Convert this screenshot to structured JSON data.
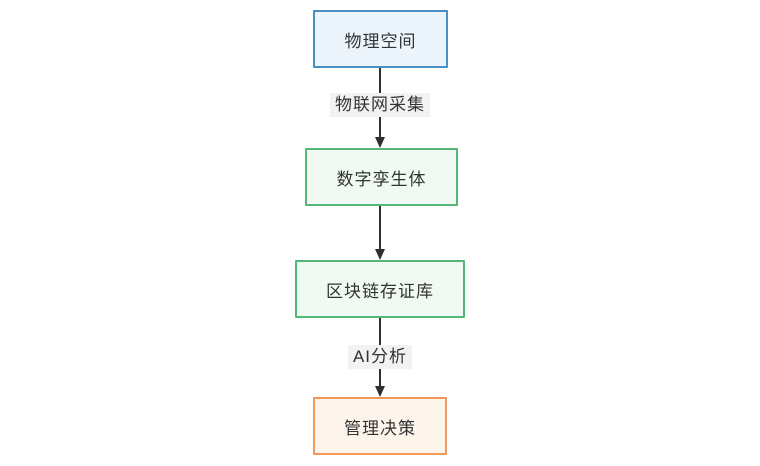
{
  "diagram": {
    "type": "flowchart",
    "direction": "top-down",
    "background": "#ffffff",
    "text_color": "#333333",
    "arrow_color": "#2f2f2f",
    "edge_label_background": "#f2f2f2",
    "nodes": [
      {
        "id": "physical-space",
        "label": "物理空间",
        "fill": "#edf5fc",
        "border": "#4a90c2"
      },
      {
        "id": "digital-twin",
        "label": "数字孪生体",
        "fill": "#f0faf3",
        "border": "#53b877"
      },
      {
        "id": "blockchain-repo",
        "label": "区块链存证库",
        "fill": "#f0faf3",
        "border": "#53b877"
      },
      {
        "id": "management-decision",
        "label": "管理决策",
        "fill": "#fdf5ec",
        "border": "#f0975a"
      }
    ],
    "edges": [
      {
        "from": "physical-space",
        "to": "digital-twin",
        "label": "物联网采集"
      },
      {
        "from": "digital-twin",
        "to": "blockchain-repo",
        "label": ""
      },
      {
        "from": "blockchain-repo",
        "to": "management-decision",
        "label": "AI分析"
      }
    ]
  }
}
